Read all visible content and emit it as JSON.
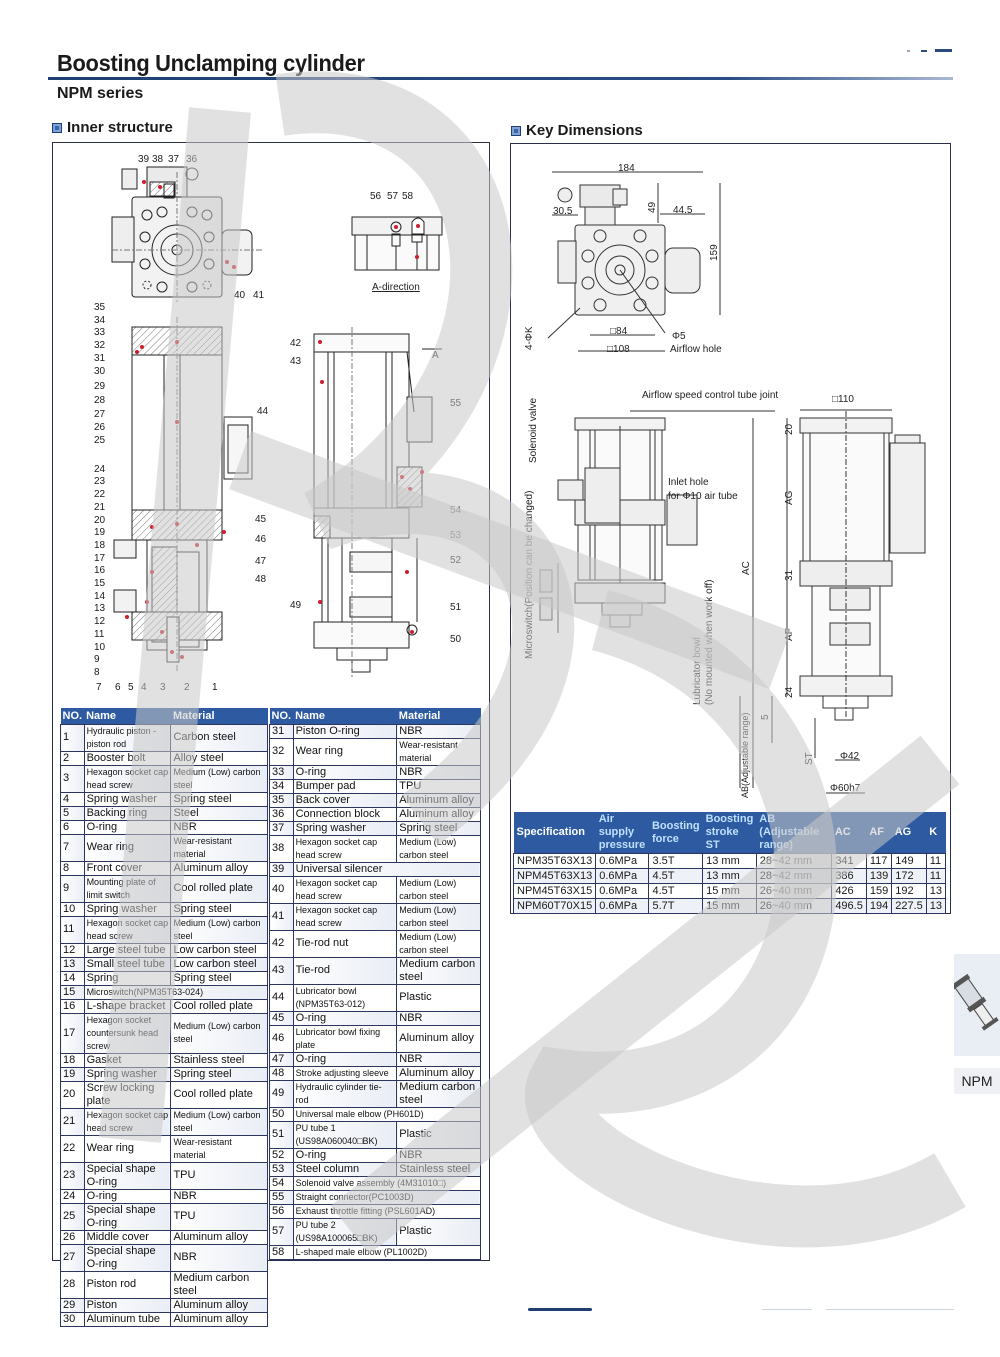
{
  "header": {
    "title": "Boosting Unclamping cylinder",
    "subtitle": "NPM series"
  },
  "sections": {
    "inner_structure": "Inner structure",
    "key_dimensions": "Key Dimensions"
  },
  "inner_diagram": {
    "top_view_callouts": [
      "39",
      "38",
      "37",
      "36",
      "40",
      "41"
    ],
    "a_direction_callouts": [
      "56",
      "57",
      "58"
    ],
    "a_direction_label": "A-direction",
    "section_left_callouts": [
      "35",
      "34",
      "33",
      "32",
      "31",
      "30",
      "29",
      "28",
      "27",
      "26",
      "25",
      "24",
      "23",
      "22",
      "21",
      "20",
      "19",
      "18",
      "17",
      "16",
      "15",
      "14",
      "13",
      "12",
      "11",
      "10",
      "9",
      "8",
      "7",
      "6",
      "5",
      "4",
      "3",
      "2",
      "1"
    ],
    "section_right_callouts": [
      "42",
      "43",
      "44",
      "45",
      "46",
      "47",
      "48",
      "49",
      "50",
      "51",
      "52",
      "53",
      "54",
      "55"
    ],
    "arrow_label": "A"
  },
  "key_diagram": {
    "top_dims": {
      "width": "184",
      "left_offset": "30.5",
      "height_valve": "49",
      "right_offset": "44.5",
      "total_height": "159",
      "inner_square": "□84",
      "outer_square": "□108",
      "holes": "4-ΦK",
      "airflow_dia": "Φ5",
      "airflow_label": "Airflow hole"
    },
    "side_labels": {
      "airflow_joint": "Airflow speed control tube joint",
      "solenoid": "Solenoid valve",
      "inlet_line1": "Inlet hole",
      "inlet_line2": "for  Φ10 air tube",
      "microswitch": "Microswitch(Position can be changed)",
      "lubricator_line1": "Lubricator bowl",
      "lubricator_line2": "(No mounted when work off)",
      "ac": "AC",
      "ab": "AB(Adjustable range)",
      "st": "ST"
    },
    "front_dims": {
      "square": "□110",
      "d20": "20",
      "ag": "AG",
      "d31": "31",
      "af": "AF",
      "d24": "24",
      "d5": "5",
      "phi42": "Φ42",
      "phi60": "Φ60h7"
    }
  },
  "parts_table": {
    "headers": [
      "NO.",
      "Name",
      "Material"
    ],
    "left": [
      {
        "no": "1",
        "name": "Hydraulic piston - piston rod",
        "material": "Carbon steel"
      },
      {
        "no": "2",
        "name": "Booster bolt",
        "material": "Alloy steel"
      },
      {
        "no": "3",
        "name": "Hexagon socket cap head screw",
        "material": "Medium (Low) carbon steel"
      },
      {
        "no": "4",
        "name": "Spring washer",
        "material": "Spring steel"
      },
      {
        "no": "5",
        "name": "Backing ring",
        "material": "Steel"
      },
      {
        "no": "6",
        "name": "O-ring",
        "material": "NBR"
      },
      {
        "no": "7",
        "name": "Wear ring",
        "material": "Wear-resistant material"
      },
      {
        "no": "8",
        "name": "Front cover",
        "material": "Aluminum alloy"
      },
      {
        "no": "9",
        "name": "Mounting plate of limit switch",
        "material": "Cool rolled plate"
      },
      {
        "no": "10",
        "name": "Spring washer",
        "material": "Spring steel"
      },
      {
        "no": "11",
        "name": "Hexagon socket cap head screw",
        "material": "Medium (Low) carbon steel"
      },
      {
        "no": "12",
        "name": "Large steel tube",
        "material": "Low carbon steel"
      },
      {
        "no": "13",
        "name": "Small steel tube",
        "material": "Low carbon steel"
      },
      {
        "no": "14",
        "name": "Spring",
        "material": "Spring steel"
      },
      {
        "no": "15",
        "name": "Microswitch(NPM35T63-024)",
        "material": ""
      },
      {
        "no": "16",
        "name": "L-shape bracket",
        "material": "Cool rolled plate"
      },
      {
        "no": "17",
        "name": "Hexagon socket countersunk head screw",
        "material": "Medium (Low) carbon steel"
      },
      {
        "no": "18",
        "name": "Gasket",
        "material": "Stainless steel"
      },
      {
        "no": "19",
        "name": "Spring washer",
        "material": "Spring steel"
      },
      {
        "no": "20",
        "name": "Screw locking plate",
        "material": "Cool rolled plate"
      },
      {
        "no": "21",
        "name": "Hexagon socket cap head screw",
        "material": "Medium (Low) carbon steel"
      },
      {
        "no": "22",
        "name": "Wear ring",
        "material": "Wear-resistant material"
      },
      {
        "no": "23",
        "name": "Special shape O-ring",
        "material": "TPU"
      },
      {
        "no": "24",
        "name": "O-ring",
        "material": "NBR"
      },
      {
        "no": "25",
        "name": "Special shape O-ring",
        "material": "TPU"
      },
      {
        "no": "26",
        "name": "Middle cover",
        "material": "Aluminum alloy"
      },
      {
        "no": "27",
        "name": "Special shape O-ring",
        "material": "NBR"
      },
      {
        "no": "28",
        "name": "Piston rod",
        "material": "Medium carbon steel"
      },
      {
        "no": "29",
        "name": "Piston",
        "material": "Aluminum alloy"
      },
      {
        "no": "30",
        "name": "Aluminum tube",
        "material": "Aluminum alloy"
      }
    ],
    "right": [
      {
        "no": "31",
        "name": "Piston O-ring",
        "material": "NBR"
      },
      {
        "no": "32",
        "name": "Wear ring",
        "material": "Wear-resistant material"
      },
      {
        "no": "33",
        "name": "O-ring",
        "material": "NBR"
      },
      {
        "no": "34",
        "name": "Bumper pad",
        "material": "TPU"
      },
      {
        "no": "35",
        "name": "Back cover",
        "material": "Aluminum alloy"
      },
      {
        "no": "36",
        "name": "Connection block",
        "material": "Aluminum alloy"
      },
      {
        "no": "37",
        "name": "Spring washer",
        "material": "Spring steel"
      },
      {
        "no": "38",
        "name": "Hexagon socket cap head screw",
        "material": "Medium (Low) carbon steel"
      },
      {
        "no": "39",
        "name": "Universal silencer",
        "material": ""
      },
      {
        "no": "40",
        "name": "Hexagon socket cap head screw",
        "material": "Medium (Low) carbon steel"
      },
      {
        "no": "41",
        "name": "Hexagon socket cap head screw",
        "material": "Medium (Low) carbon steel"
      },
      {
        "no": "42",
        "name": "Tie-rod nut",
        "material": "Medium (Low) carbon steel"
      },
      {
        "no": "43",
        "name": "Tie-rod",
        "material": "Medium carbon steel"
      },
      {
        "no": "44",
        "name": "Lubricator bowl (NPM35T63-012)",
        "material": "Plastic"
      },
      {
        "no": "45",
        "name": "O-ring",
        "material": "NBR"
      },
      {
        "no": "46",
        "name": "Lubricator bowl fixing plate",
        "material": "Aluminum alloy"
      },
      {
        "no": "47",
        "name": "O-ring",
        "material": "NBR"
      },
      {
        "no": "48",
        "name": "Stroke adjusting sleeve",
        "material": "Aluminum alloy"
      },
      {
        "no": "49",
        "name": "Hydraulic cylinder tie-rod",
        "material": "Medium carbon steel"
      },
      {
        "no": "50",
        "name": "Universal male elbow (PH601D)",
        "material": ""
      },
      {
        "no": "51",
        "name": "PU tube 1 (US98A060040□BK)",
        "material": "Plastic"
      },
      {
        "no": "52",
        "name": "O-ring",
        "material": "NBR"
      },
      {
        "no": "53",
        "name": "Steel column",
        "material": "Stainless steel"
      },
      {
        "no": "54",
        "name": "Solenoid valve assembly (4M31010□)",
        "material": ""
      },
      {
        "no": "55",
        "name": "Straight connector(PC1003D)",
        "material": ""
      },
      {
        "no": "56",
        "name": "Exhaust throttle fitting (PSL601AD)",
        "material": ""
      },
      {
        "no": "57",
        "name": "PU tube 2 (US98A100065□BK)",
        "material": "Plastic"
      },
      {
        "no": "58",
        "name": "L-shaped male elbow (PL1002D)",
        "material": ""
      }
    ]
  },
  "spec_table": {
    "headers": [
      "Specification",
      "Air supply pressure",
      "Boosting force",
      "Boosting stroke ST",
      "AB (Adjustable range)",
      "AC",
      "AF",
      "AG",
      "K"
    ],
    "rows": [
      [
        "NPM35T63X13",
        "0.6MPa",
        "3.5T",
        "13 mm",
        "28~42 mm",
        "341",
        "117",
        "149",
        "11"
      ],
      [
        "NPM45T63X13",
        "0.6MPa",
        "4.5T",
        "13 mm",
        "28~42 mm",
        "386",
        "139",
        "172",
        "11"
      ],
      [
        "NPM45T63X15",
        "0.6MPa",
        "4.5T",
        "15 mm",
        "26~40 mm",
        "426",
        "159",
        "192",
        "13"
      ],
      [
        "NPM60T70X15",
        "0.6MPa",
        "5.7T",
        "15 mm",
        "26~40 mm",
        "496.5",
        "194",
        "227.5",
        "13"
      ]
    ]
  },
  "side_tab": {
    "label": "NPM"
  },
  "colors": {
    "brand_blue": "#2d5aa0",
    "rule_blue": "#1f3f73",
    "border": "#2b3560",
    "accent_red": "#cc1f2a"
  }
}
